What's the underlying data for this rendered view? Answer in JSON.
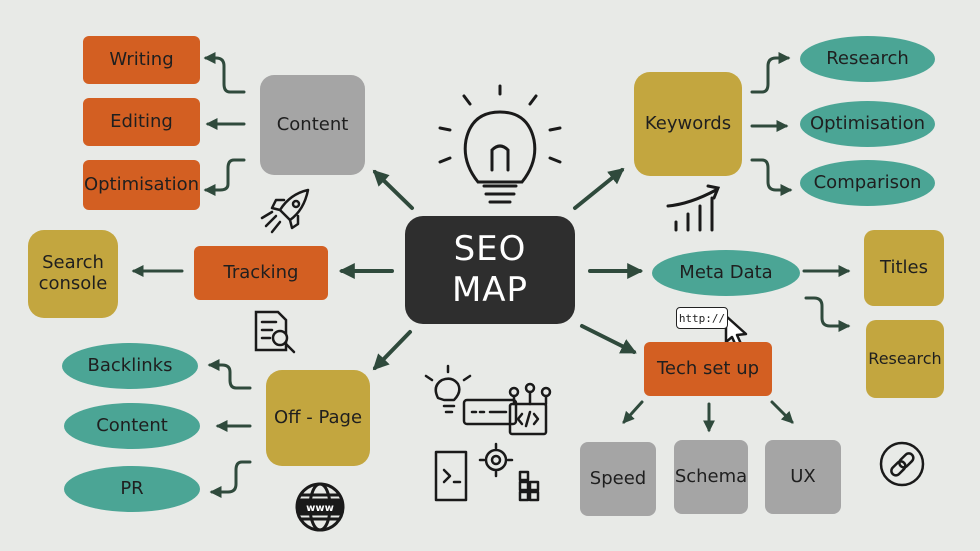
{
  "center": {
    "line1": "SEO",
    "line2": "MAP"
  },
  "content_branch": {
    "hub": "Content",
    "items": [
      "Writing",
      "Editing",
      "Optimisation"
    ]
  },
  "tracking_branch": {
    "hub": "Tracking",
    "items": [
      "Search console"
    ]
  },
  "offpage_branch": {
    "hub": "Off - Page",
    "items": [
      "Backlinks",
      "Content",
      "PR"
    ]
  },
  "keywords_branch": {
    "hub": "Keywords",
    "items": [
      "Research",
      "Optimisation",
      "Comparison"
    ]
  },
  "metadata_branch": {
    "hub": "Meta Data",
    "items": [
      "Titles",
      "Research"
    ],
    "url_label": "http://"
  },
  "techsetup_branch": {
    "hub": "Tech set up",
    "items": [
      "Speed",
      "Schema",
      "UX"
    ]
  },
  "colors": {
    "orange": "#d35f22",
    "olive": "#c3a63f",
    "grey": "#a5a5a5",
    "teal": "#4ba595",
    "dark": "#2e2e2e",
    "arrow": "#2f4a3c",
    "background": "#e8eae7"
  },
  "icons": [
    "lightbulb-icon",
    "rocket-icon",
    "growth-chart-icon",
    "document-search-icon",
    "cursor-icon",
    "web-dev-icon",
    "globe-www-icon",
    "link-icon"
  ]
}
